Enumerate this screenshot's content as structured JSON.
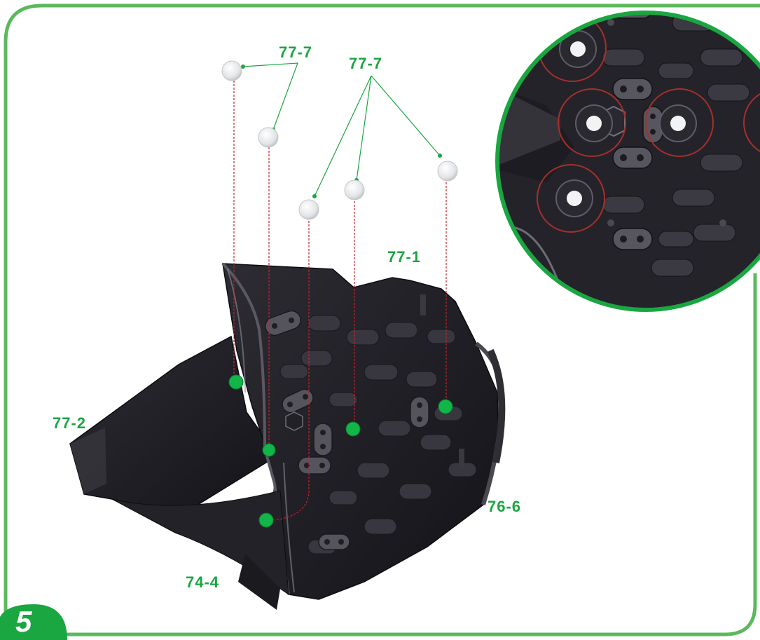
{
  "step": {
    "number": "5"
  },
  "labels": {
    "top_left": "77-7",
    "top_right": "77-7",
    "main_part": "77-1",
    "left_part": "77-2",
    "right_part": "76-6",
    "bottom_part": "74-4"
  },
  "colors": {
    "frame_green": "#5cb85c",
    "label_green": "#1aa640",
    "marker_green": "#12b548",
    "zoom_ring_green": "#1aa640",
    "part_black": "#1e1d23",
    "guide_red": "#c0262c",
    "highlight_circle": "#a5302c",
    "pin_grey": "#e4e6e9"
  },
  "icons": {
    "pin": "round-pin-icon",
    "marker": "green-dot-icon",
    "zoom": "magnified-detail-circle"
  }
}
